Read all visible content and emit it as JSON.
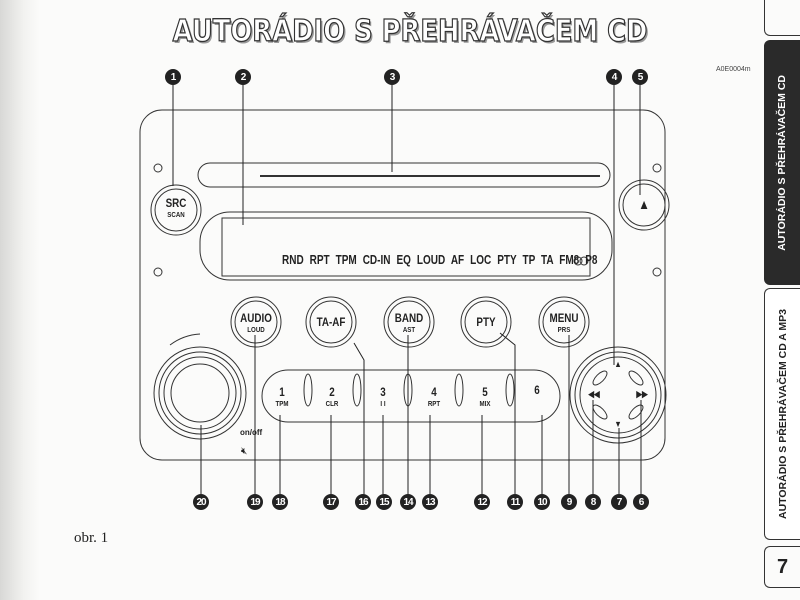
{
  "page": {
    "title": "AUTORÁDIO S PŘEHRÁVAČEM CD",
    "figure_code": "A0E0004m",
    "caption": "obr. 1",
    "page_number": "7"
  },
  "side_tabs": [
    {
      "label": "AUTORÁDIO S PŘEHRÁVAČEM CD",
      "active": true
    },
    {
      "label": "AUTORÁDIO S PŘEHRÁVAČEM CD A MP3",
      "active": false
    }
  ],
  "radio": {
    "src": {
      "main": "SRC",
      "sub": "SCAN"
    },
    "eject": "▲",
    "display_indicators": "RND RPT TPM CD-IN EQ LOUD AF LOC PTY TP TA FM8 P8",
    "buttons": [
      {
        "main": "AUDIO",
        "sub": "LOUD"
      },
      {
        "main": "TA-AF",
        "sub": ""
      },
      {
        "main": "BAND",
        "sub": "AST"
      },
      {
        "main": "PTY",
        "sub": ""
      },
      {
        "main": "MENU",
        "sub": "PRS"
      }
    ],
    "presets": [
      {
        "main": "1",
        "sub": "TPM"
      },
      {
        "main": "2",
        "sub": "CLR"
      },
      {
        "main": "3",
        "sub": "I I"
      },
      {
        "main": "4",
        "sub": "RPT"
      },
      {
        "main": "5",
        "sub": "MIX"
      },
      {
        "main": "6",
        "sub": ""
      }
    ],
    "onoff": "on/off",
    "nav": {
      "up": "▲",
      "down": "▼",
      "left": "◀◀",
      "right": "▶▶"
    }
  },
  "callouts_top": [
    "1",
    "2",
    "3",
    "4",
    "5"
  ],
  "callouts_bottom": [
    "20",
    "19",
    "18",
    "17",
    "16",
    "15",
    "14",
    "13",
    "12",
    "11",
    "10",
    "9",
    "8",
    "7",
    "6"
  ]
}
